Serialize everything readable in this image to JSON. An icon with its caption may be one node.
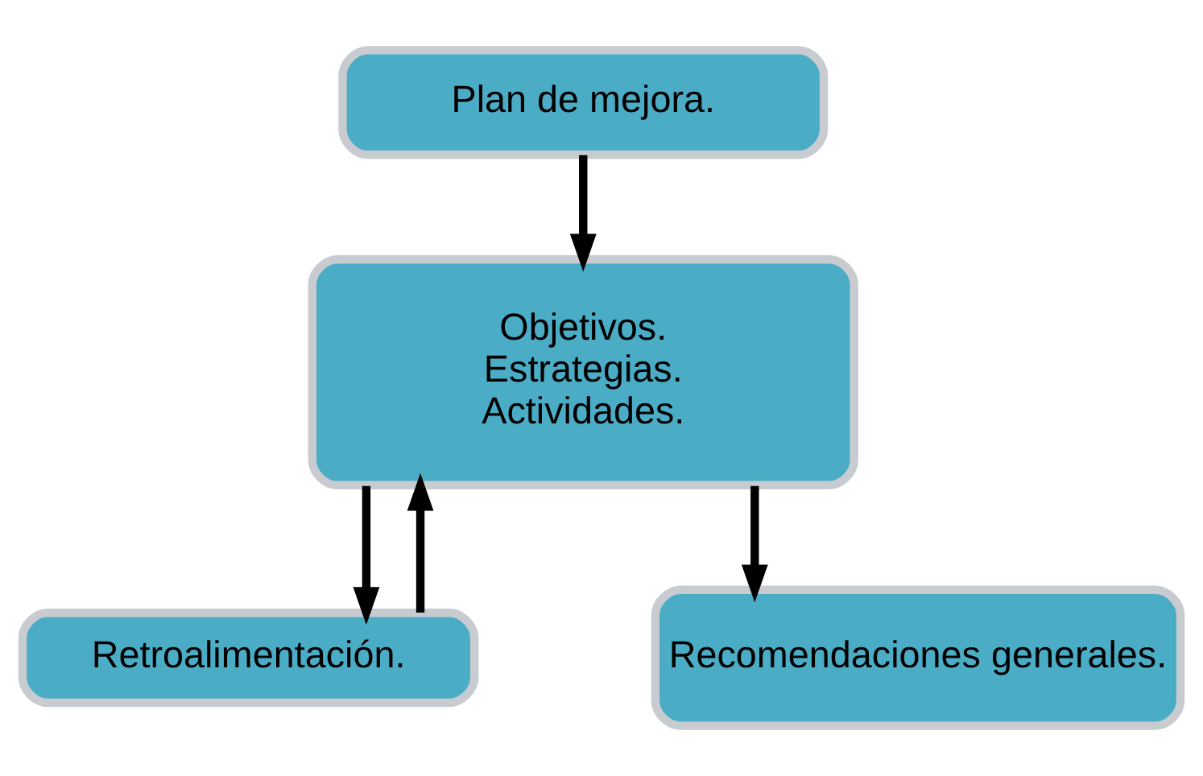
{
  "diagram": {
    "nodes": [
      {
        "text": [
          "Plan de mejora."
        ]
      },
      {
        "text": [
          "Objetivos.",
          "Estrategias.",
          "Actividades."
        ]
      },
      {
        "text": [
          "Retroalimentación."
        ]
      },
      {
        "text": [
          "Recomendaciones generales."
        ]
      }
    ],
    "edges": [
      {
        "from": 0,
        "to": 1,
        "arrow": "to"
      },
      {
        "from": 1,
        "to": 2,
        "arrow": "to"
      },
      {
        "from": 2,
        "to": 1,
        "arrow": "to"
      },
      {
        "from": 1,
        "to": 3,
        "arrow": "to"
      }
    ]
  }
}
